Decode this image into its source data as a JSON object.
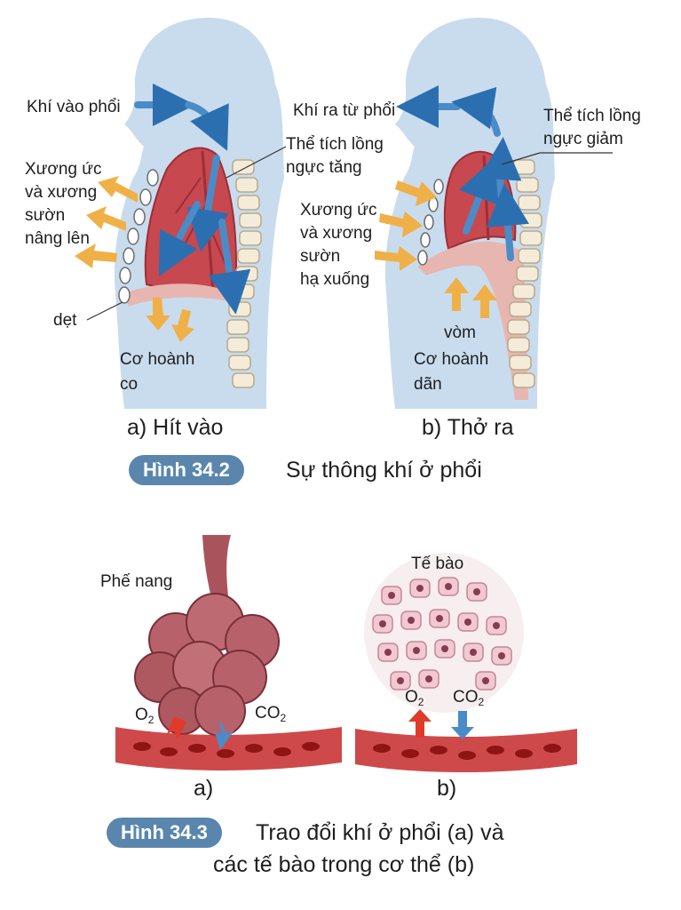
{
  "figure_342": {
    "badge": "Hình 34.2",
    "title": "Sự thông khí ở phổi",
    "inhale": {
      "caption": "a) Hít vào",
      "air_in": "Khí vào phổi",
      "volume_lines": [
        "Thể tích lồng",
        "ngực tăng"
      ],
      "ribs_lines": [
        "Xương ức",
        "và xương",
        "sườn",
        "nâng lên"
      ],
      "flat": "dẹt",
      "diaphragm_lines": [
        "Cơ hoành",
        "co"
      ]
    },
    "exhale": {
      "caption": "b) Thở ra",
      "air_out": "Khí ra từ phổi",
      "volume_lines": [
        "Thể tích lồng",
        "ngực giảm"
      ],
      "ribs_lines": [
        "Xương ức",
        "và xương",
        "sườn",
        "hạ xuống"
      ],
      "dome": "vòm",
      "diaphragm_lines": [
        "Cơ hoành",
        "dãn"
      ]
    }
  },
  "figure_343": {
    "badge": "Hình 34.3",
    "title_lines": [
      "Trao đổi khí ở phổi (a) và",
      "các tế bào trong cơ thể (b)"
    ],
    "alveoli": {
      "label": "Phế nang",
      "o2": "O",
      "co2": "CO",
      "sub": "2",
      "caption": "a)"
    },
    "cells": {
      "label": "Tế bào",
      "o2": "O",
      "co2": "CO",
      "sub": "2",
      "caption": "b)"
    }
  },
  "colors": {
    "body": "#c9dcee",
    "lung": "#c8484f",
    "lung_dark": "#9c2f37",
    "air_arrow": "#4a8cc8",
    "movement_arrow": "#f0b048",
    "badge": "#5a86ad",
    "blood": "#c52a2a"
  }
}
